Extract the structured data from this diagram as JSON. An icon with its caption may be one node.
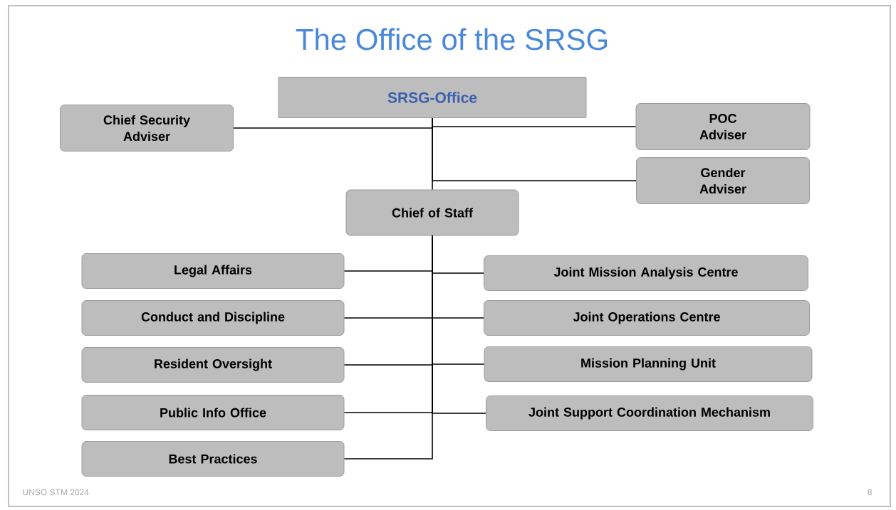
{
  "diagram": {
    "title": "The Office of the SRSG",
    "nodes": [
      {
        "text": [
          "SRSG-Office"
        ]
      },
      {
        "text": [
          "Chief Security Adviser"
        ]
      },
      {
        "text": [
          "POC Adviser"
        ]
      },
      {
        "text": [
          "Gender Adviser"
        ]
      },
      {
        "text": [
          "Chief of Staff"
        ]
      },
      {
        "text": [
          "Legal Affairs"
        ]
      },
      {
        "text": [
          "Joint Mission Analysis Centre"
        ]
      },
      {
        "text": [
          "Conduct and Discipline"
        ]
      },
      {
        "text": [
          "Joint Operations Centre"
        ]
      },
      {
        "text": [
          "Resident Oversight"
        ]
      },
      {
        "text": [
          "Mission Planning Unit"
        ]
      },
      {
        "text": [
          "Public Info Office"
        ]
      },
      {
        "text": [
          "Joint Support Coordination Mechanism"
        ]
      },
      {
        "text": [
          "Best Practices"
        ]
      }
    ],
    "edges": [
      {
        "from": 0,
        "to": 1,
        "arrow": "none"
      },
      {
        "from": 0,
        "to": 2,
        "arrow": "none"
      },
      {
        "from": 0,
        "to": 3,
        "arrow": "none"
      },
      {
        "from": 0,
        "to": 4,
        "arrow": "none"
      },
      {
        "from": 4,
        "to": 5,
        "arrow": "none"
      },
      {
        "from": 4,
        "to": 6,
        "arrow": "none"
      },
      {
        "from": 4,
        "to": 7,
        "arrow": "none"
      },
      {
        "from": 4,
        "to": 8,
        "arrow": "none"
      },
      {
        "from": 4,
        "to": 9,
        "arrow": "none"
      },
      {
        "from": 4,
        "to": 10,
        "arrow": "none"
      },
      {
        "from": 4,
        "to": 11,
        "arrow": "none"
      },
      {
        "from": 4,
        "to": 12,
        "arrow": "none"
      },
      {
        "from": 4,
        "to": 13,
        "arrow": "none"
      }
    ],
    "labels": [
      "UNSO STM 2024",
      "8"
    ]
  }
}
